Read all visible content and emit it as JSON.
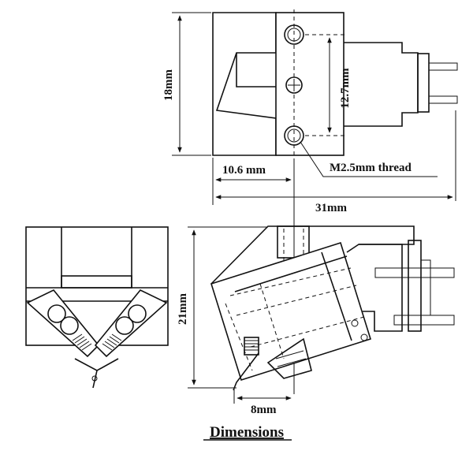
{
  "labels": {
    "height_top": "18mm",
    "mount_spacing": "12.7mm",
    "front_offset": "10.6 mm",
    "thread": "M2.5mm thread",
    "length": "31mm",
    "height_side": "21mm",
    "stylus_offset": "8mm"
  },
  "title": "Dimensions"
}
